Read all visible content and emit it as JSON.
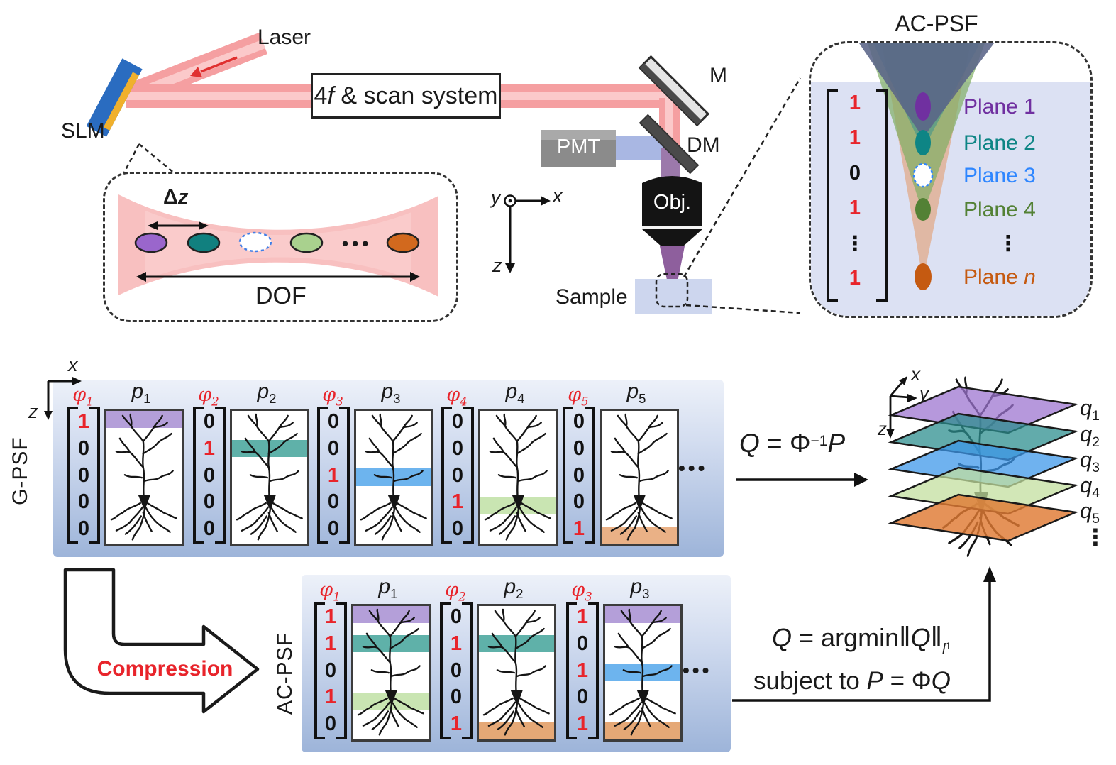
{
  "top": {
    "laser": "Laser",
    "slm": "SLM",
    "scan_box": {
      "pre": "4",
      "f": "f",
      "post": " & scan system"
    },
    "mirror": "M",
    "dichroic": "DM",
    "pmt": "PMT",
    "objective": "Obj.",
    "sample": "Sample",
    "axes": {
      "x": "x",
      "y": "y",
      "z": "z"
    }
  },
  "dof_inset": {
    "delta": "Δ",
    "delta_var": "z",
    "dots": "•••",
    "dof": "DOF",
    "ellipse_colors": [
      "#9a66cc",
      "#11807f",
      "#ffffff",
      "#a9d18e",
      "#d2691e"
    ]
  },
  "acpsf_inset": {
    "title": "AC-PSF",
    "vector": [
      "1",
      "1",
      "0",
      "1",
      "⋮",
      "1"
    ],
    "planes": [
      {
        "label": "Plane 1",
        "color": "#7030a0"
      },
      {
        "label": "Plane 2",
        "color": "#0e8585"
      },
      {
        "label": "Plane 3",
        "color": "#2e86ff"
      },
      {
        "label": "Plane 4",
        "color": "#538135"
      },
      {
        "label": "⋮",
        "color": "#111111"
      },
      {
        "label": "Plane ",
        "suffix_italic": "n",
        "color": "#c55a11"
      }
    ]
  },
  "gpsf": {
    "label": "G-PSF",
    "axis_x": "x",
    "axis_z": "z",
    "phi_sym": "φ",
    "p_sym": "p",
    "dots": "•••",
    "panels": [
      {
        "phi_sub": "1",
        "p_sub": "1",
        "vector": [
          "1",
          "0",
          "0",
          "0",
          "0"
        ],
        "bands": [
          {
            "slot": 0,
            "color": "#b49fd9"
          }
        ]
      },
      {
        "phi_sub": "2",
        "p_sub": "2",
        "vector": [
          "0",
          "1",
          "0",
          "0",
          "0"
        ],
        "bands": [
          {
            "slot": 1,
            "color": "#5fb1a9"
          }
        ]
      },
      {
        "phi_sub": "3",
        "p_sub": "3",
        "vector": [
          "0",
          "0",
          "1",
          "0",
          "0"
        ],
        "bands": [
          {
            "slot": 2,
            "color": "#6db4ee"
          }
        ]
      },
      {
        "phi_sub": "4",
        "p_sub": "4",
        "vector": [
          "0",
          "0",
          "0",
          "1",
          "0"
        ],
        "bands": [
          {
            "slot": 3,
            "color": "#c9e5b2"
          }
        ]
      },
      {
        "phi_sub": "5",
        "p_sub": "5",
        "vector": [
          "0",
          "0",
          "0",
          "0",
          "1"
        ],
        "bands": [
          {
            "slot": 4,
            "color": "#eab186"
          }
        ]
      }
    ]
  },
  "transform_eq": {
    "q": "Q",
    "eq": " = ",
    "phi": "Φ",
    "sup": "−1",
    "p": "P"
  },
  "stack": {
    "axes": {
      "x": "x",
      "y": "y",
      "z": "z"
    },
    "q_sym": "q",
    "labels": [
      {
        "sub": "1"
      },
      {
        "sub": "2"
      },
      {
        "sub": "3"
      },
      {
        "sub": "4"
      },
      {
        "sub": "5"
      }
    ],
    "dots": "⋮",
    "plane_colors": [
      "#9d74d0",
      "#2b8d8d",
      "#3d97ea",
      "#c2df9e",
      "#df7a33"
    ]
  },
  "compression": {
    "label": "Compression",
    "acpsf_label": "AC-PSF"
  },
  "acpsf_row": {
    "dots": "•••",
    "panels": [
      {
        "phi_sub": "1",
        "p_sub": "1",
        "vector": [
          "1",
          "1",
          "0",
          "1",
          "0"
        ],
        "bands": [
          {
            "slot": 0,
            "color": "#b49fd9"
          },
          {
            "slot": 1,
            "color": "#5fb1a9"
          },
          {
            "slot": 3,
            "color": "#c9e5b2"
          }
        ]
      },
      {
        "phi_sub": "2",
        "p_sub": "2",
        "vector": [
          "0",
          "1",
          "0",
          "0",
          "1"
        ],
        "bands": [
          {
            "slot": 1,
            "color": "#5fb1a9"
          },
          {
            "slot": 4,
            "color": "#e5a876"
          }
        ]
      },
      {
        "phi_sub": "3",
        "p_sub": "3",
        "vector": [
          "1",
          "0",
          "1",
          "0",
          "1"
        ],
        "bands": [
          {
            "slot": 0,
            "color": "#b49fd9"
          },
          {
            "slot": 2,
            "color": "#6db4ee"
          },
          {
            "slot": 4,
            "color": "#e5a876"
          }
        ]
      }
    ]
  },
  "optimization": {
    "line1": {
      "q": "Q",
      "eq": " = ",
      "argmin": "argmin",
      "norm_open": "‖",
      "q2": "Q",
      "norm_close": "‖",
      "sub": "l",
      "sub_idx": "1"
    },
    "line2": {
      "prefix": "subject to ",
      "p": "P",
      "eq": " = ",
      "phi": "Φ",
      "q": "Q"
    }
  }
}
